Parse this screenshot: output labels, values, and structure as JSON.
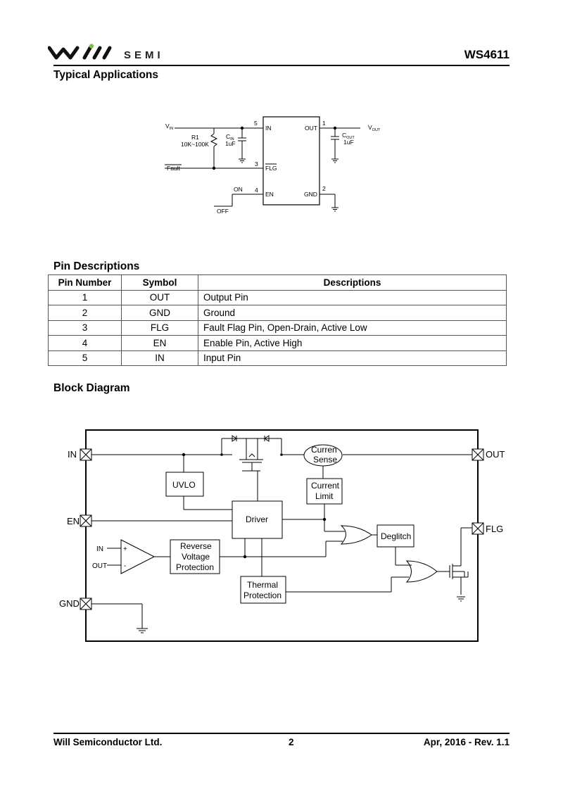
{
  "header": {
    "brand": "SEMI",
    "part_number": "WS4611"
  },
  "typical_applications": {
    "title": "Typical Applications",
    "labels": {
      "vin": "V",
      "vin_sub": "IN",
      "r1": "R1",
      "r1_value": "10K~100K",
      "cin": "C",
      "cin_sub": "IN",
      "cin_value": "1uF",
      "fault": "Fault",
      "on": "ON",
      "off": "OFF",
      "pin_in": "IN",
      "pin_flg": "FLG",
      "pin_en": "EN",
      "pin_out": "OUT",
      "pin_gnd": "GND",
      "num_5": "5",
      "num_3": "3",
      "num_4": "4",
      "num_1": "1",
      "num_2": "2",
      "cout": "C",
      "cout_sub": "OUT",
      "cout_value": "1uF",
      "vout": "V",
      "vout_sub": "OUT"
    }
  },
  "pin_descriptions": {
    "title": "Pin Descriptions",
    "headers": [
      "Pin Number",
      "Symbol",
      "Descriptions"
    ],
    "rows": [
      {
        "num": "1",
        "symbol": "OUT",
        "desc": "Output Pin"
      },
      {
        "num": "2",
        "symbol": "GND",
        "desc": "Ground"
      },
      {
        "num": "3",
        "symbol": "FLG",
        "desc": "Fault Flag Pin, Open-Drain, Active Low"
      },
      {
        "num": "4",
        "symbol": "EN",
        "desc": "Enable Pin, Active High"
      },
      {
        "num": "5",
        "symbol": "IN",
        "desc": "Input Pin"
      }
    ]
  },
  "block_diagram": {
    "title": "Block Diagram",
    "labels": {
      "in": "IN",
      "en": "EN",
      "gnd": "GND",
      "out": "OUT",
      "flg": "FLG",
      "uvlo": "UVLO",
      "driver": "Driver",
      "current_sense_1": "Curren",
      "current_sense_2": "Sense",
      "current_limit_1": "Current",
      "current_limit_2": "Limit",
      "deglitch": "Deglitch",
      "reverse_1": "Reverse",
      "reverse_2": "Voltage",
      "reverse_3": "Protection",
      "thermal_1": "Thermal",
      "thermal_2": "Protection",
      "comp_in": "IN",
      "comp_out": "OUT",
      "comp_plus": "+",
      "comp_minus": "-"
    }
  },
  "footer": {
    "company": "Will Semiconductor Ltd.",
    "page": "2",
    "date_rev": "Apr, 2016 - Rev. 1.1"
  }
}
